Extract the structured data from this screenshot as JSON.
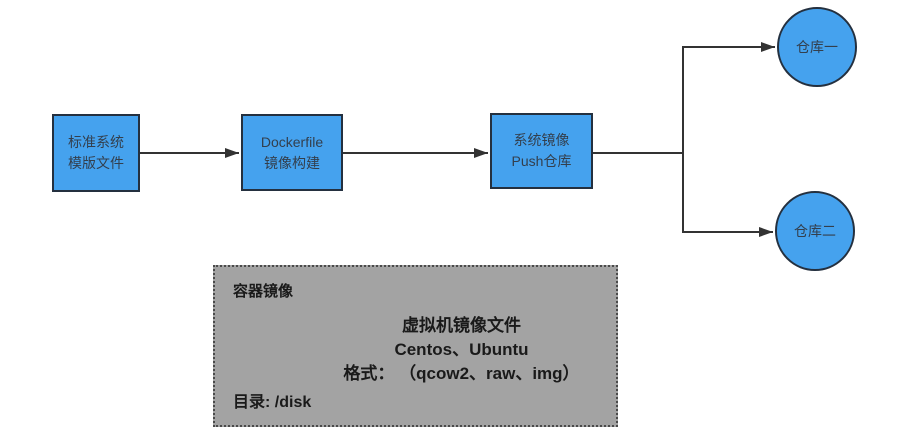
{
  "diagram": {
    "nodes": {
      "standard_template": {
        "line1": "标准系统",
        "line2": "模版文件"
      },
      "dockerfile_build": {
        "line1": "Dockerfile",
        "line2": "镜像构建"
      },
      "push_registry": {
        "line1": "系统镜像",
        "line2": "Push仓库"
      },
      "registry_one": {
        "label": "仓库一"
      },
      "registry_two": {
        "label": "仓库二"
      }
    },
    "note": {
      "title": "容器镜像",
      "line1": "虚拟机镜像文件",
      "line2": "Centos、Ubuntu",
      "line3": "格式： （qcow2、raw、img）",
      "footer": "目录: /disk"
    },
    "colors": {
      "node_fill": "#45a2ee",
      "node_border": "#24303f",
      "node_text": "#333f4d",
      "connector": "#333333",
      "note_fill": "#a3a3a3",
      "note_border": "#4a4a4a",
      "note_text": "#1a1a1a",
      "background": "#ffffff"
    }
  }
}
